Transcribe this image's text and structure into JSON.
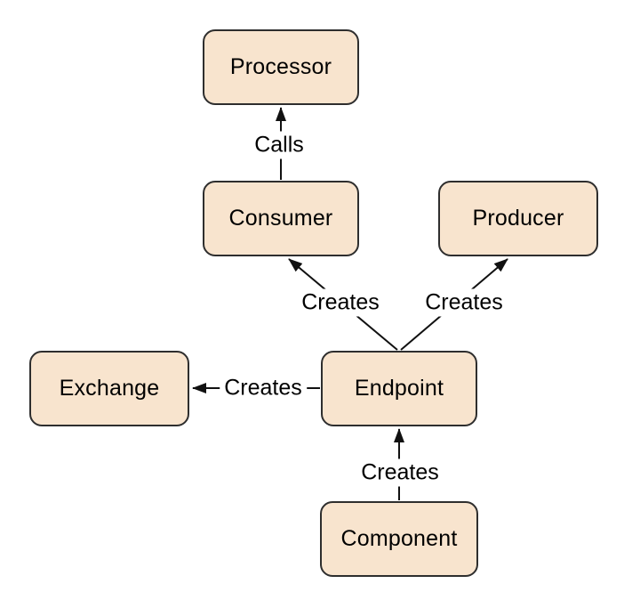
{
  "diagram": {
    "colors": {
      "background": "#ffffff",
      "node_fill": "#f8e4ce",
      "node_border": "#2e2e2e",
      "line_color": "#111111",
      "text_color": "#000000"
    },
    "nodes": [
      {
        "id": "processor",
        "label": "Processor"
      },
      {
        "id": "consumer",
        "label": "Consumer"
      },
      {
        "id": "producer",
        "label": "Producer"
      },
      {
        "id": "exchange",
        "label": "Exchange"
      },
      {
        "id": "endpoint",
        "label": "Endpoint"
      },
      {
        "id": "component",
        "label": "Component"
      }
    ],
    "edges": [
      {
        "id": "consumer-calls-processor",
        "from": "Consumer",
        "to": "Processor",
        "label": "Calls"
      },
      {
        "id": "endpoint-creates-consumer",
        "from": "Endpoint",
        "to": "Consumer",
        "label": "Creates"
      },
      {
        "id": "endpoint-creates-producer",
        "from": "Endpoint",
        "to": "Producer",
        "label": "Creates"
      },
      {
        "id": "endpoint-creates-exchange",
        "from": "Endpoint",
        "to": "Exchange",
        "label": "Creates"
      },
      {
        "id": "component-creates-endpoint",
        "from": "Component",
        "to": "Endpoint",
        "label": "Creates"
      }
    ]
  }
}
